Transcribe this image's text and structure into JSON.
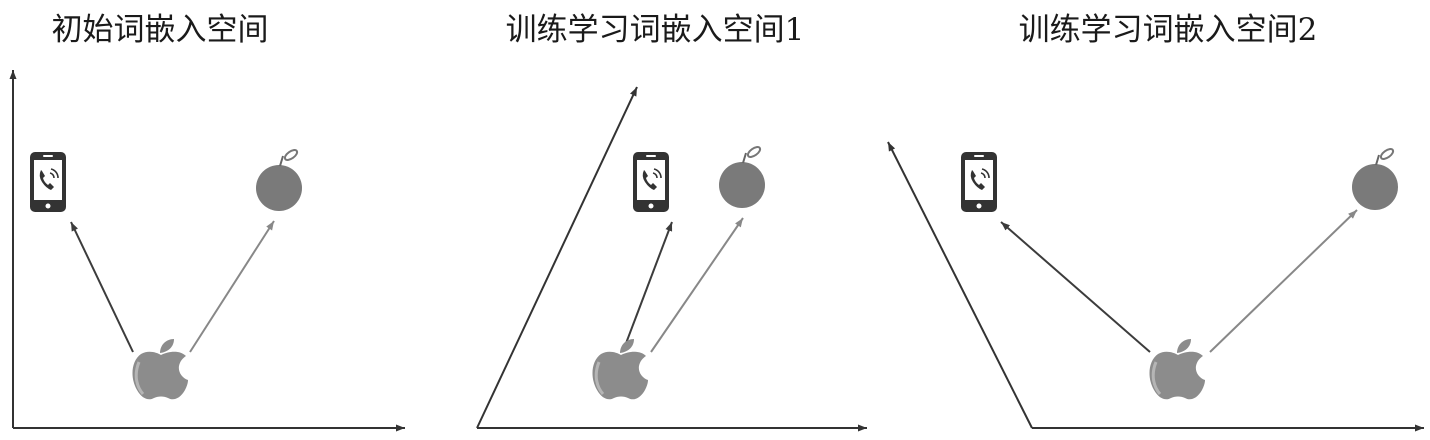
{
  "panels": [
    {
      "id": "initial",
      "title": "初始词嵌入空间"
    },
    {
      "id": "trained-1",
      "title": "训练学习词嵌入空间1"
    },
    {
      "id": "trained-2",
      "title": "训练学习词嵌入空间2"
    }
  ],
  "icons": {
    "phone": "phone-icon",
    "fruit_apple": "apple-fruit-icon",
    "brand_apple": "apple-logo-icon"
  },
  "colors": {
    "axis": "#333333",
    "phone_arrow": "#3c3c3c",
    "fruit_arrow": "#888888",
    "phone_icon": "#333333",
    "fruit": "#7a7a7a",
    "logo": "#8c8c8c"
  }
}
